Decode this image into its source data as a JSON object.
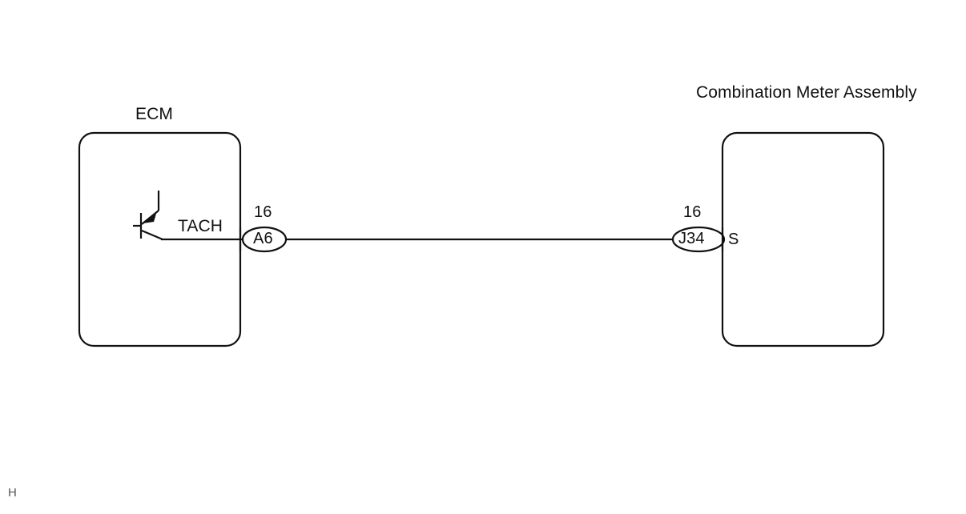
{
  "diagram": {
    "type": "automotive-wiring-diagram",
    "page_marker": "H",
    "stroke_color": "#111111",
    "background_color": "#ffffff",
    "components": {
      "ecm": {
        "title": "ECM",
        "internal_symbol": "npn-transistor",
        "signal_label": "TACH",
        "connector": {
          "name": "A6",
          "pin_number": "16"
        }
      },
      "combination_meter": {
        "title": "Combination Meter Assembly",
        "terminal_label": "S",
        "connector": {
          "name": "J34",
          "pin_number": "16"
        }
      }
    },
    "wire": {
      "from": "A6",
      "to": "J34",
      "signal": "TACH"
    }
  }
}
